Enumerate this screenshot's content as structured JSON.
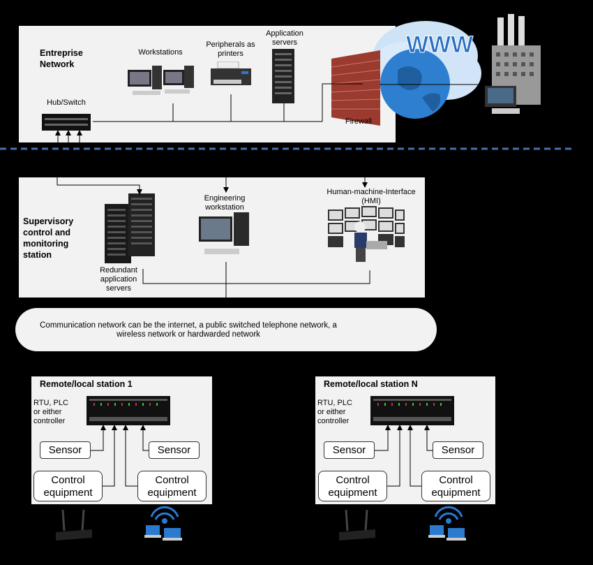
{
  "enterprise": {
    "title_line1": "Entreprise",
    "title_line2": "Network",
    "workstations": "Workstations",
    "peripherals_line1": "Peripherals as",
    "peripherals_line2": "printers",
    "app_servers_line1": "Application",
    "app_servers_line2": "servers",
    "hub_switch": "Hub/Switch",
    "firewall": "Firewall",
    "www": "WWW"
  },
  "supervisory": {
    "title_line1": "Supervisory",
    "title_line2": "control and",
    "title_line3": "monitoring",
    "title_line4": "station",
    "redundant_line1": "Redundant",
    "redundant_line2": "application",
    "redundant_line3": "servers",
    "engineering_line1": "Engineering",
    "engineering_line2": "workstation",
    "hmi_line1": "Human-machine-Interface",
    "hmi_line2": "(HMI)"
  },
  "communication": {
    "line1": "Communication network can be the internet, a public switched telephone network, a",
    "line2": "wireless network or hardwarded network"
  },
  "station1": {
    "title": "Remote/local station 1",
    "rtu_line1": "RTU, PLC",
    "rtu_line2": "or either",
    "rtu_line3": "controller",
    "sensor_left": "Sensor",
    "sensor_right": "Sensor",
    "control_left_line1": "Control",
    "control_left_line2": "equipment",
    "control_right_line1": "Control",
    "control_right_line2": "equipment"
  },
  "stationN": {
    "title": "Remote/local station N",
    "rtu_line1": "RTU, PLC",
    "rtu_line2": "or either",
    "rtu_line3": "controller",
    "sensor_left": "Sensor",
    "sensor_right": "Sensor",
    "control_left_line1": "Control",
    "control_left_line2": "equipment",
    "control_right_line1": "Control",
    "control_right_line2": "equipment"
  },
  "colors": {
    "background": "#000000",
    "panel": "#f2f2f2",
    "divider": "#4a6fb0",
    "brick": "#9b3a2e",
    "globe": "#2f7fd0"
  }
}
